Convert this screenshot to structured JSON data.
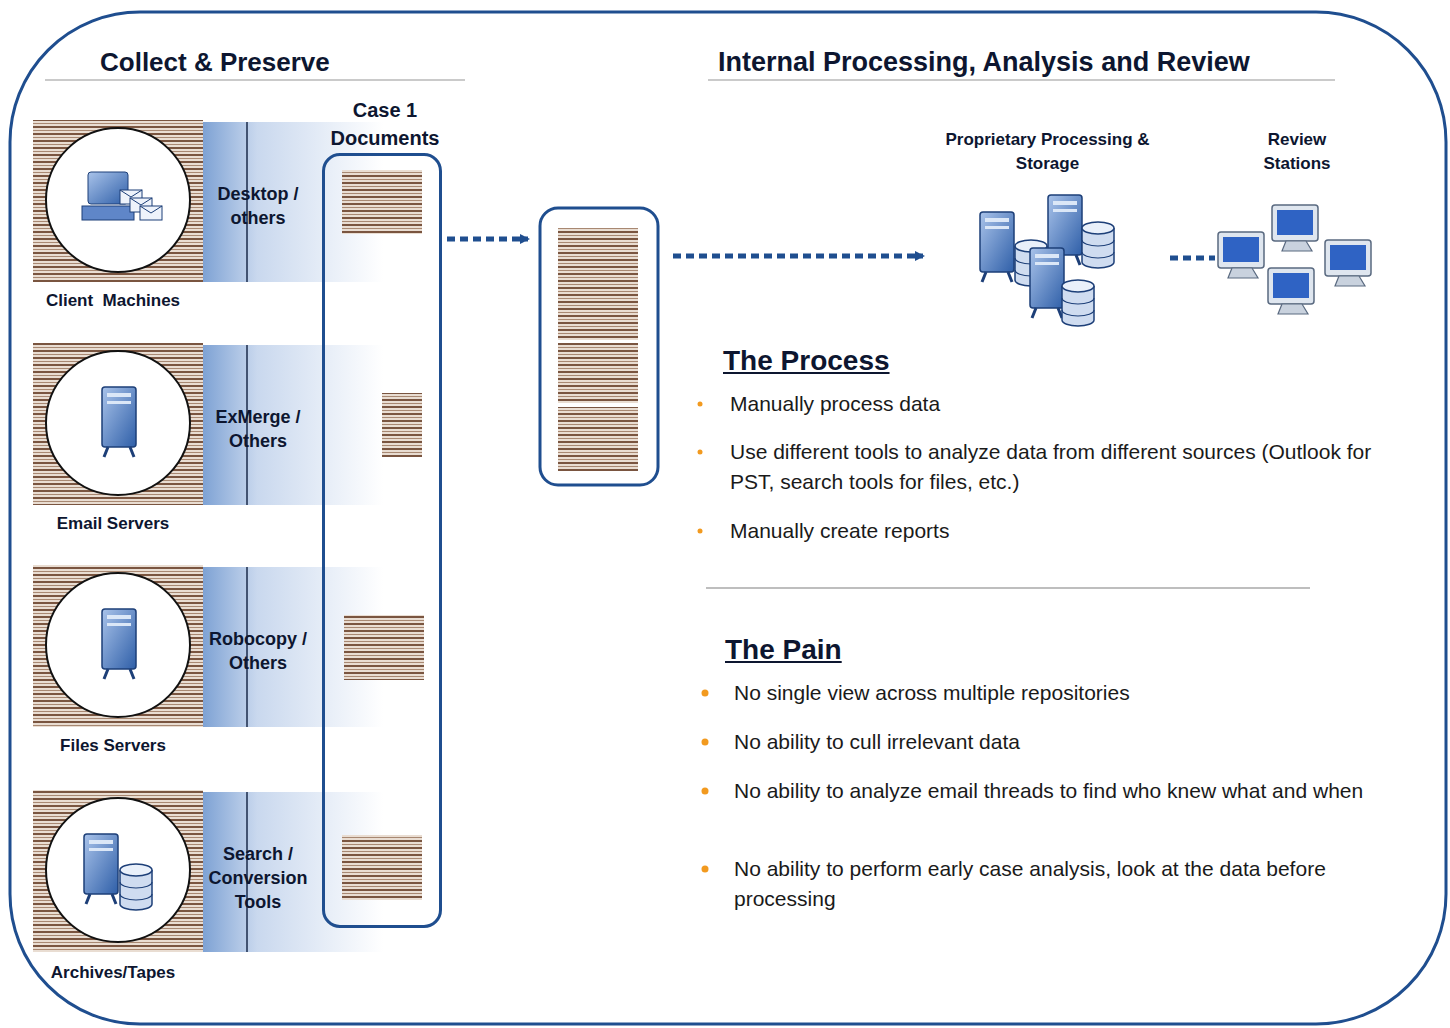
{
  "diagram": {
    "nodes": [
      {
        "text": [
          "Desktop / others",
          "Client  Machines"
        ]
      },
      {
        "text": [
          "ExMerge / Others",
          "Email Servers"
        ]
      },
      {
        "text": [
          "Robocopy / Others",
          "Files Servers"
        ]
      },
      {
        "text": [
          "Search / Conversion Tools",
          "Archives/Tapes"
        ]
      },
      {
        "text": [
          "Case 1 Documents"
        ]
      },
      {
        "text": [
          "Proprietary Processing & Storage"
        ]
      },
      {
        "text": [
          "Review Stations"
        ]
      }
    ],
    "edges": [
      {
        "from": 5,
        "to": 6,
        "arrow": "none"
      }
    ],
    "labels": [
      "Collect & Preserve",
      "Internal Processing, Analysis and Review",
      "The Process",
      "Manually process data",
      "Use different tools to analyze data from different sources (Outlook for PST, search tools for files, etc.)",
      "Manually create reports",
      "The Pain",
      "No single view across multiple repositories",
      "No ability to cull irrelevant data",
      "No ability to analyze email threads to find who knew what and when",
      "No ability to perform early case analysis, look at the data before processing"
    ]
  }
}
